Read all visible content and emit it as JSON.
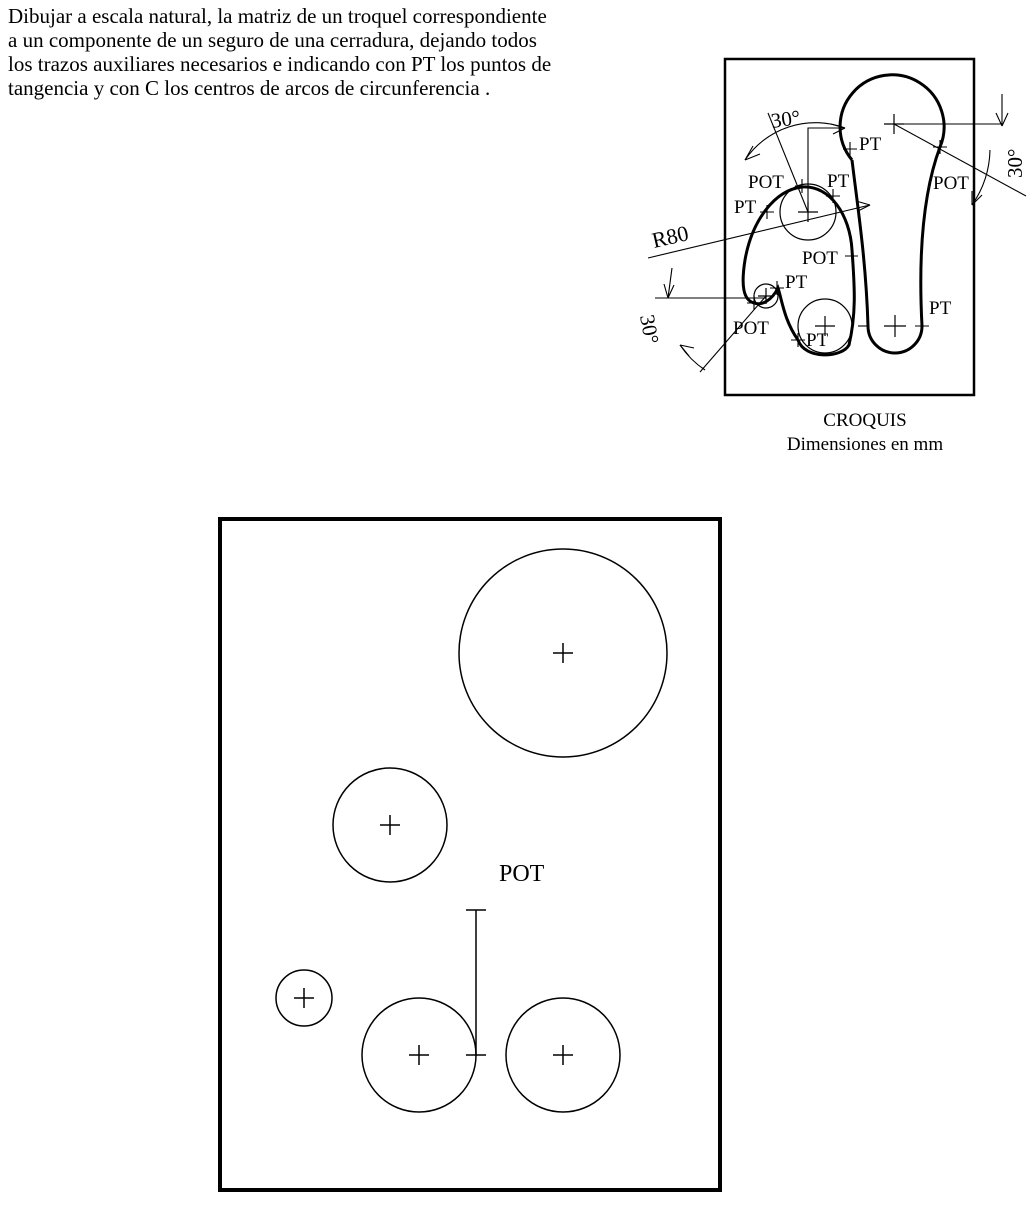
{
  "instructions": {
    "lines": [
      "Dibujar a escala natural, la matriz de un troquel correspondiente",
      "a un componente de un seguro de una cerradura, dejando todos",
      "los trazos auxiliares necesarios e indicando con PT los puntos de",
      "tangencia y con C los centros de arcos de circunferencia ."
    ]
  },
  "sketch": {
    "caption": "CROQUIS",
    "units": "Dimensiones en mm",
    "labels": {
      "angle_top": "30°",
      "angle_right": "30°",
      "angle_left": "30°",
      "radius": "R80",
      "pt_top": "PT",
      "pt_upper": "PT",
      "pt_left": "PT",
      "pt_small": "PT",
      "pt_bottom": "PT",
      "pt_right": "PT",
      "pot_upper": "POT",
      "pot_right": "POT",
      "pot_middle": "POT",
      "pot_bottom_left": "POT"
    }
  },
  "drawing": {
    "pot_label": "POT"
  }
}
